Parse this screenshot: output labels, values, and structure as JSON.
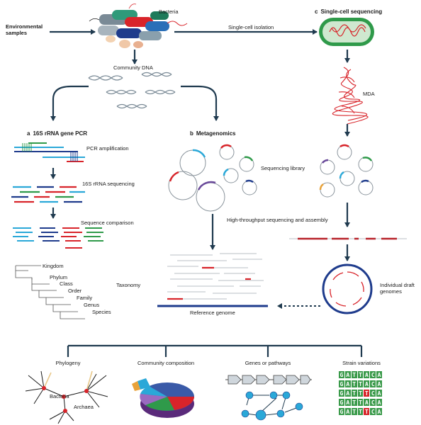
{
  "labels": {
    "environmental_samples": "Environmental samples",
    "bacteria": "Bacteria",
    "single_cell_isolation": "Single-cell isolation",
    "community_dna": "Community DNA",
    "mda": "MDA",
    "pcr_amplification": "PCR amplification",
    "rrna_sequencing": "16S rRNA sequencing",
    "sequence_comparison": "Sequence comparison",
    "sequencing_library": "Sequencing library",
    "hts_assembly": "High-throughput sequencing and assembly",
    "reference_genome": "Reference genome",
    "individual_draft_genomes": "Individual draft genomes",
    "taxonomy": "Taxonomy"
  },
  "sections": {
    "a": {
      "letter": "a",
      "title": "16S rRNA gene PCR"
    },
    "b": {
      "letter": "b",
      "title": "Metagenomics"
    },
    "c": {
      "letter": "c",
      "title": "Single-cell sequencing"
    }
  },
  "taxonomy_levels": [
    "Kingdom",
    "Phylum",
    "Class",
    "Order",
    "Family",
    "Genus",
    "Species"
  ],
  "outputs": {
    "phylogeny": "Phylogeny",
    "community_composition": "Community composition",
    "genes_pathways": "Genes or pathways",
    "strain_variations": "Strain variations"
  },
  "phylogeny_labels": {
    "bacteria": "Bacteria",
    "archaea": "Archaea"
  },
  "strain_sequences": [
    [
      "G",
      "A",
      "T",
      "T",
      "A",
      "C",
      "A"
    ],
    [
      "G",
      "A",
      "T",
      "T",
      "A",
      "C",
      "A"
    ],
    [
      "G",
      "A",
      "T",
      "T",
      "T",
      "C",
      "A"
    ],
    [
      "G",
      "A",
      "T",
      "T",
      "A",
      "C",
      "A"
    ],
    [
      "G",
      "A",
      "T",
      "T",
      "T",
      "C",
      "A"
    ]
  ],
  "colors": {
    "arrow": "#1f3a4f",
    "red": "#d8242a",
    "blue": "#1e3b8c",
    "cyan": "#2aa8d8",
    "green": "#2f9a4a",
    "orange": "#e8a23a",
    "purple": "#6a4a9a",
    "grey": "#9aa4ad"
  }
}
